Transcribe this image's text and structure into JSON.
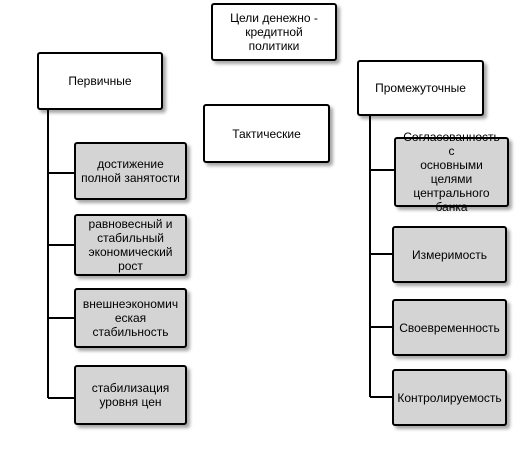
{
  "diagram": {
    "root": {
      "label": "Цели денежно -\nкредитной\nполитики"
    },
    "primary": {
      "label": "Первичные",
      "items": [
        "достижение\nполной занятости",
        "равновесный и\nстабильный\nэкономический\nрост",
        "внешнеэкономич\nеская\nстабильность",
        "стабилизация\nуровня цен"
      ]
    },
    "tactical": {
      "label": "Тактические"
    },
    "intermediate": {
      "label": "Промежуточные",
      "items": [
        "Согласованность с\nосновными\nцелями\nцентрального\nбанка",
        "Измеримость",
        "Своевременность",
        "Контролируемость"
      ]
    }
  }
}
